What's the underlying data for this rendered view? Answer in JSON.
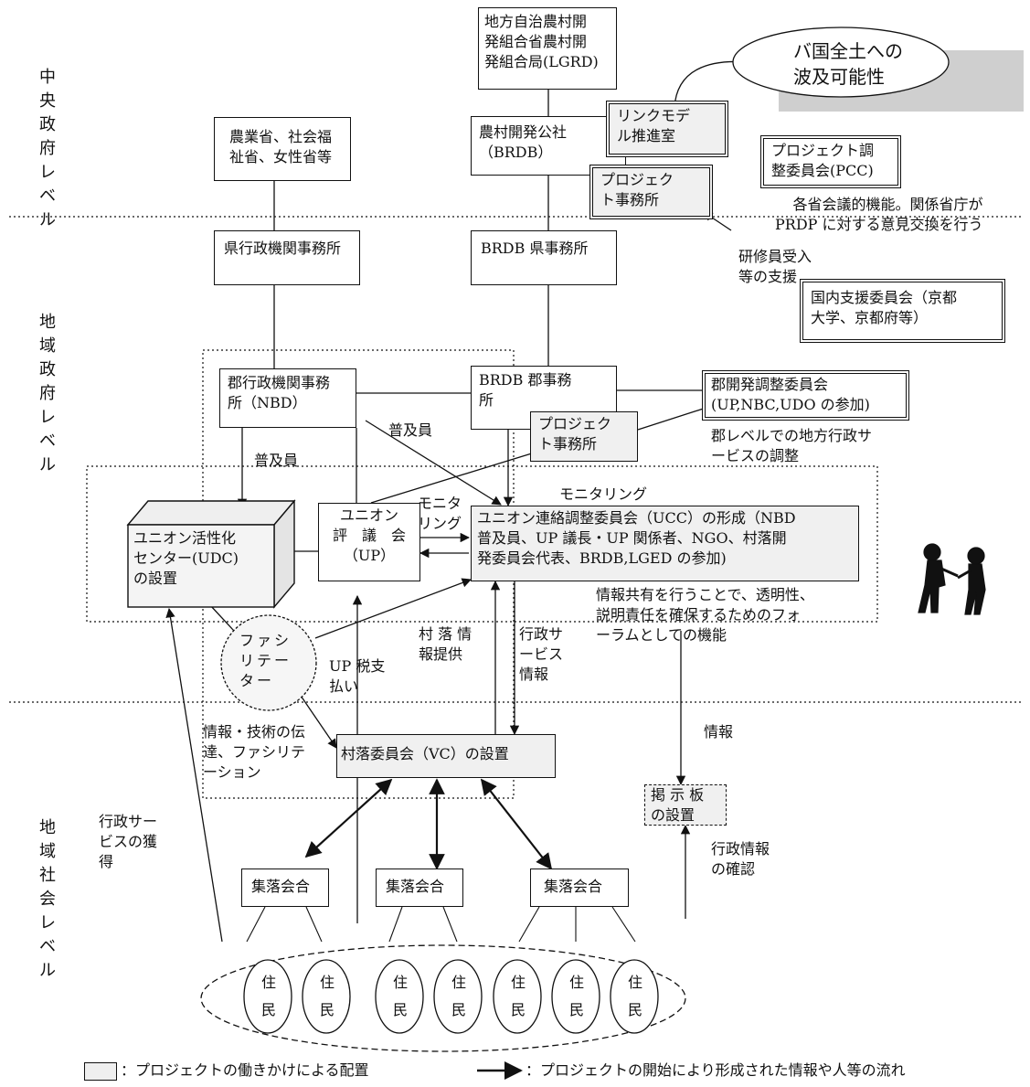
{
  "levels": {
    "central": "中央政府レベル",
    "regional": "地域政府レベル",
    "community": "地域社会レベル"
  },
  "boxes": {
    "lgrd": "地方自治農村開\n発組合省農村開\n発組合局(LGRD)",
    "bangla": "バ国全土への\n波及可能性",
    "ministries": "農業省、社会福\n祉省、女性省等",
    "brdb": "農村開発公社\n（BRDB）",
    "link_model": "リンクモデ\nル推進室",
    "pcc": "プロジェクト調\n整委員会(PCC)",
    "project_office_central": "プロジェク\nト事務所",
    "district_office": "県行政機関事務所",
    "brdb_district": "BRDB 県事務所",
    "domestic_support": "国内支援委員会（京都\n大学、京都府等）",
    "nbd": "郡行政機関事務\n所（NBD）",
    "brdb_sub": "BRDB 郡事務\n所",
    "sub_committee": "郡開発調整委員会\n(UP,NBC,UDO の参加)",
    "project_office_sub": "プロジェク\nト事務所",
    "udc": "ユニオン活性化\nセンター(UDC)\nの設置",
    "up": "ユニオン\n評　議　会\n（UP）",
    "ucc": "ユニオン連絡調整委員会（UCC）の形成（NBD\n普及員、UP 議長・UP 関係者、NGO、村落開\n発委員会代表、BRDB,LGED の参加)",
    "facilitator": "ファシ\nリテー\nター",
    "vc": "村落委員会（VC）の設置",
    "board": "掲 示 板\nの設置",
    "hamlet": [
      "集落会合",
      "集落会合",
      "集落会合"
    ],
    "resident": "住\n民"
  },
  "annotations": {
    "pcc_note": "各省会議的機能。関係省庁が\nPRDP に対する意見交換を行う",
    "training": "研修員受入\n等の支援",
    "sub_note": "郡レベルでの地方行政サ\nービスの調整",
    "extension_worker_1": "普及員",
    "extension_worker_2": "普及員",
    "monitoring_1": "モニタ\nリング",
    "monitoring_2": "モニタリング",
    "ucc_note": "情報共有を行うことで、透明性、\n説明責任を確保するためのフォ\nーラムとしての機能",
    "village_info": "村 落 情\n報提供",
    "admin_service": "行政サ\nービス\n情報",
    "up_tax": "UP 税支\n払い",
    "tech_transfer": "情報・技術の伝\n達、ファシリテ\nーション",
    "info": "情報",
    "admin_acquire": "行政サー\nビスの獲\n得",
    "admin_check": "行政情報\nの確認"
  },
  "legend": {
    "shaded": "：プロジェクトの働きかけによる配置",
    "arrow": "：プロジェクトの開始により形成された情報や人等の流れ"
  }
}
